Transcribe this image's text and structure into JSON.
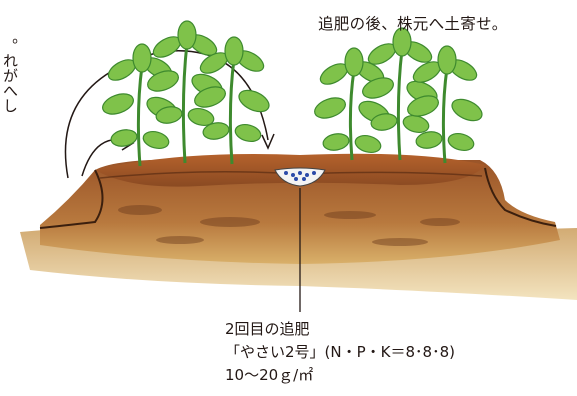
{
  "caption_top": "追肥の後、株元へ土寄せ。",
  "edge_text": "。れがへし",
  "note": {
    "line1": "2回目の追肥",
    "line2": "「やさい2号」(N・P・K＝8･8･8)",
    "line3": "10〜20ｇ/㎡"
  },
  "colors": {
    "soil": "#a0562a",
    "soil_dark": "#6b3a1c",
    "leaf": "#7fc24a",
    "leaf_dark": "#3e8a2e",
    "line": "#231815"
  }
}
